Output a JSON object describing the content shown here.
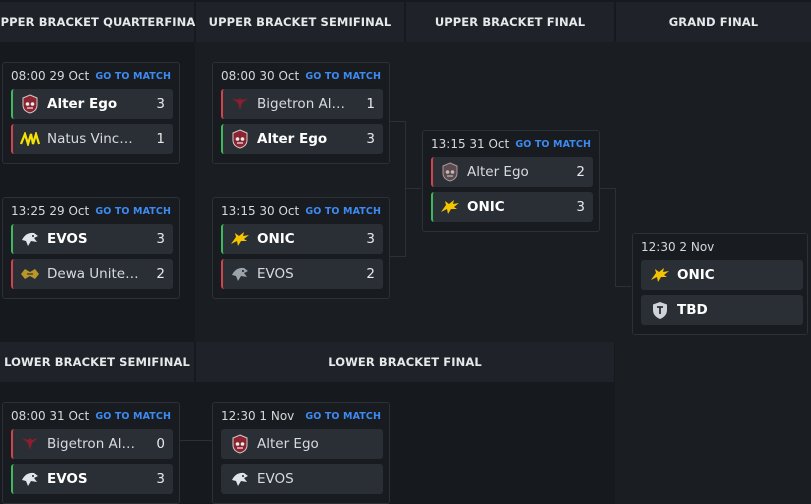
{
  "headers": {
    "ubqf": "UPPER BRACKET QUARTERFINAL",
    "ubsf": "UPPER BRACKET SEMIFINAL",
    "ubf": "UPPER BRACKET FINAL",
    "gf": "GRAND FINAL",
    "lbsf": "LOWER BRACKET SEMIFINAL",
    "lbf": "LOWER BRACKET FINAL"
  },
  "goto_label": "GO TO MATCH",
  "matches": {
    "qf1": {
      "time": "08:00 29 Oct",
      "t1": {
        "name": "Alter Ego",
        "score": "3",
        "logo": "alter-ego-logo"
      },
      "t2": {
        "name": "Natus Vincere",
        "score": "1",
        "logo": "navi-logo"
      }
    },
    "qf2": {
      "time": "13:25 29 Oct",
      "t1": {
        "name": "EVOS",
        "score": "3",
        "logo": "evos-logo"
      },
      "t2": {
        "name": "Dewa United Esports",
        "score": "2",
        "logo": "dewa-united-logo"
      }
    },
    "sf1": {
      "time": "08:00 30 Oct",
      "t1": {
        "name": "Bigetron Alpha",
        "score": "1",
        "logo": "bigetron-logo"
      },
      "t2": {
        "name": "Alter Ego",
        "score": "3",
        "logo": "alter-ego-logo"
      }
    },
    "sf2": {
      "time": "13:15 30 Oct",
      "t1": {
        "name": "ONIC",
        "score": "3",
        "logo": "onic-logo"
      },
      "t2": {
        "name": "EVOS",
        "score": "2",
        "logo": "evos-logo"
      }
    },
    "ubf": {
      "time": "13:15 31 Oct",
      "t1": {
        "name": "Alter Ego",
        "score": "2",
        "logo": "alter-ego-logo"
      },
      "t2": {
        "name": "ONIC",
        "score": "3",
        "logo": "onic-logo"
      }
    },
    "gf": {
      "time": "12:30 2 Nov",
      "t1": {
        "name": "ONIC",
        "score": "",
        "logo": "onic-logo"
      },
      "t2": {
        "name": "TBD",
        "score": "",
        "logo": "tbd-shield-icon"
      }
    },
    "lbsf": {
      "time": "08:00 31 Oct",
      "t1": {
        "name": "Bigetron Alpha",
        "score": "0",
        "logo": "bigetron-logo"
      },
      "t2": {
        "name": "EVOS",
        "score": "3",
        "logo": "evos-logo"
      }
    },
    "lbf": {
      "time": "12:30 1 Nov",
      "t1": {
        "name": "Alter Ego",
        "score": "",
        "logo": "alter-ego-logo"
      },
      "t2": {
        "name": "EVOS",
        "score": "",
        "logo": "evos-logo"
      }
    }
  },
  "colors": {
    "win": "#3fb85c",
    "lose": "#d0454c",
    "link": "#3d8bf2",
    "onic": "#f5c400"
  }
}
